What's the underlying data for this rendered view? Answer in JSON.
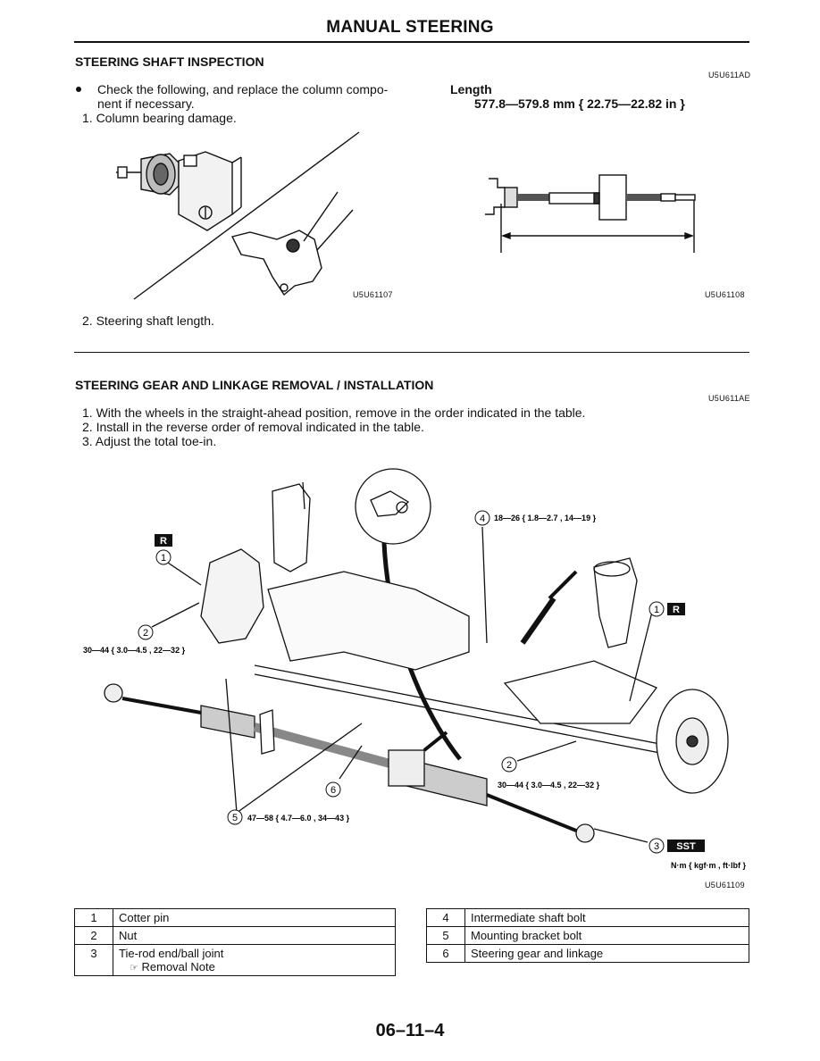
{
  "page_title": "MANUAL STEERING",
  "page_number": "06–11–4",
  "inspection": {
    "title": "STEERING SHAFT INSPECTION",
    "code": "U5U611AD",
    "bullet": "Check the following, and replace the column component if necessary.",
    "bullet_line1": "Check the following, and replace the column compo-",
    "bullet_line2": "nent if necessary.",
    "step1": "1. Column bearing damage.",
    "step2": "2. Steering shaft length.",
    "length_label": "Length",
    "length_value": "577.8—579.8 mm { 22.75—22.82 in }",
    "fig1_code": "U5U61107",
    "fig2_code": "U5U61108"
  },
  "removal": {
    "title": "STEERING GEAR AND LINKAGE REMOVAL / INSTALLATION",
    "code": "U5U611AE",
    "steps": [
      "1. With the wheels in the straight-ahead position, remove in the order indicated in the table.",
      "2. Install in the reverse order of removal indicated in the table.",
      "3. Adjust the total toe-in."
    ],
    "fig_code": "U5U61109",
    "torque_units": "N·m { kgf·m , ft·lbf }",
    "callouts": {
      "r_badge": "R",
      "sst_badge": "SST",
      "c1": "1",
      "c2": "2",
      "c3": "3",
      "c4": "4",
      "c5": "5",
      "c6": "6",
      "torque_nut_left": "30—44 { 3.0—4.5 , 22—32 }",
      "torque_nut_right": "30—44 { 3.0—4.5 , 22—32 }",
      "torque_4": "18—26 { 1.8—2.7 , 14—19 }",
      "torque_5": "47—58 { 4.7—6.0 , 34—43 }"
    }
  },
  "parts_table_left": [
    {
      "num": "1",
      "name": "Cotter pin",
      "note": ""
    },
    {
      "num": "2",
      "name": "Nut",
      "note": ""
    },
    {
      "num": "3",
      "name": "Tie-rod end/ball joint",
      "note": "Removal Note"
    }
  ],
  "parts_table_right": [
    {
      "num": "4",
      "name": "Intermediate shaft bolt"
    },
    {
      "num": "5",
      "name": "Mounting bracket bolt"
    },
    {
      "num": "6",
      "name": "Steering gear and linkage"
    }
  ],
  "icons": {
    "reference": "pointing-hand-icon"
  }
}
